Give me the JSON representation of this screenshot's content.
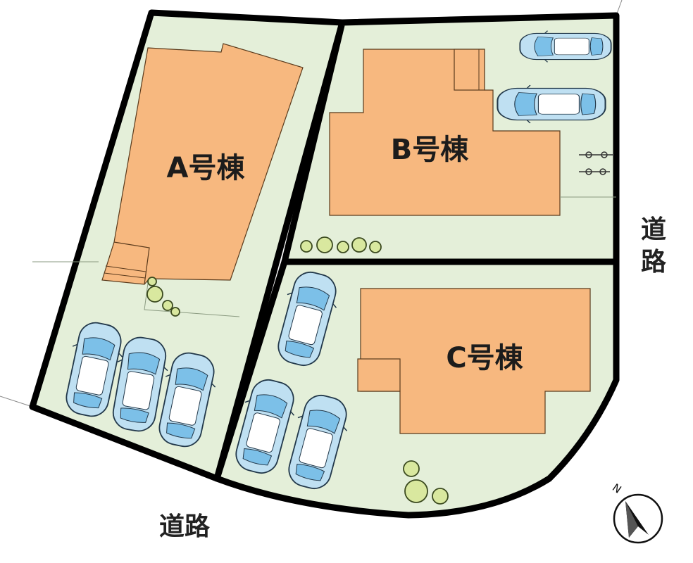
{
  "buildings": {
    "a": "A号棟",
    "b": "B号棟",
    "c": "C号棟"
  },
  "roads": {
    "bottom": "道路",
    "right_line1": "道",
    "right_line2": "路"
  },
  "compass": {
    "north": "N"
  },
  "colors": {
    "lot": "#e4efd9",
    "house": "#f7b87f",
    "car": "#bfe0f2",
    "shrub": "#d9e89f"
  }
}
